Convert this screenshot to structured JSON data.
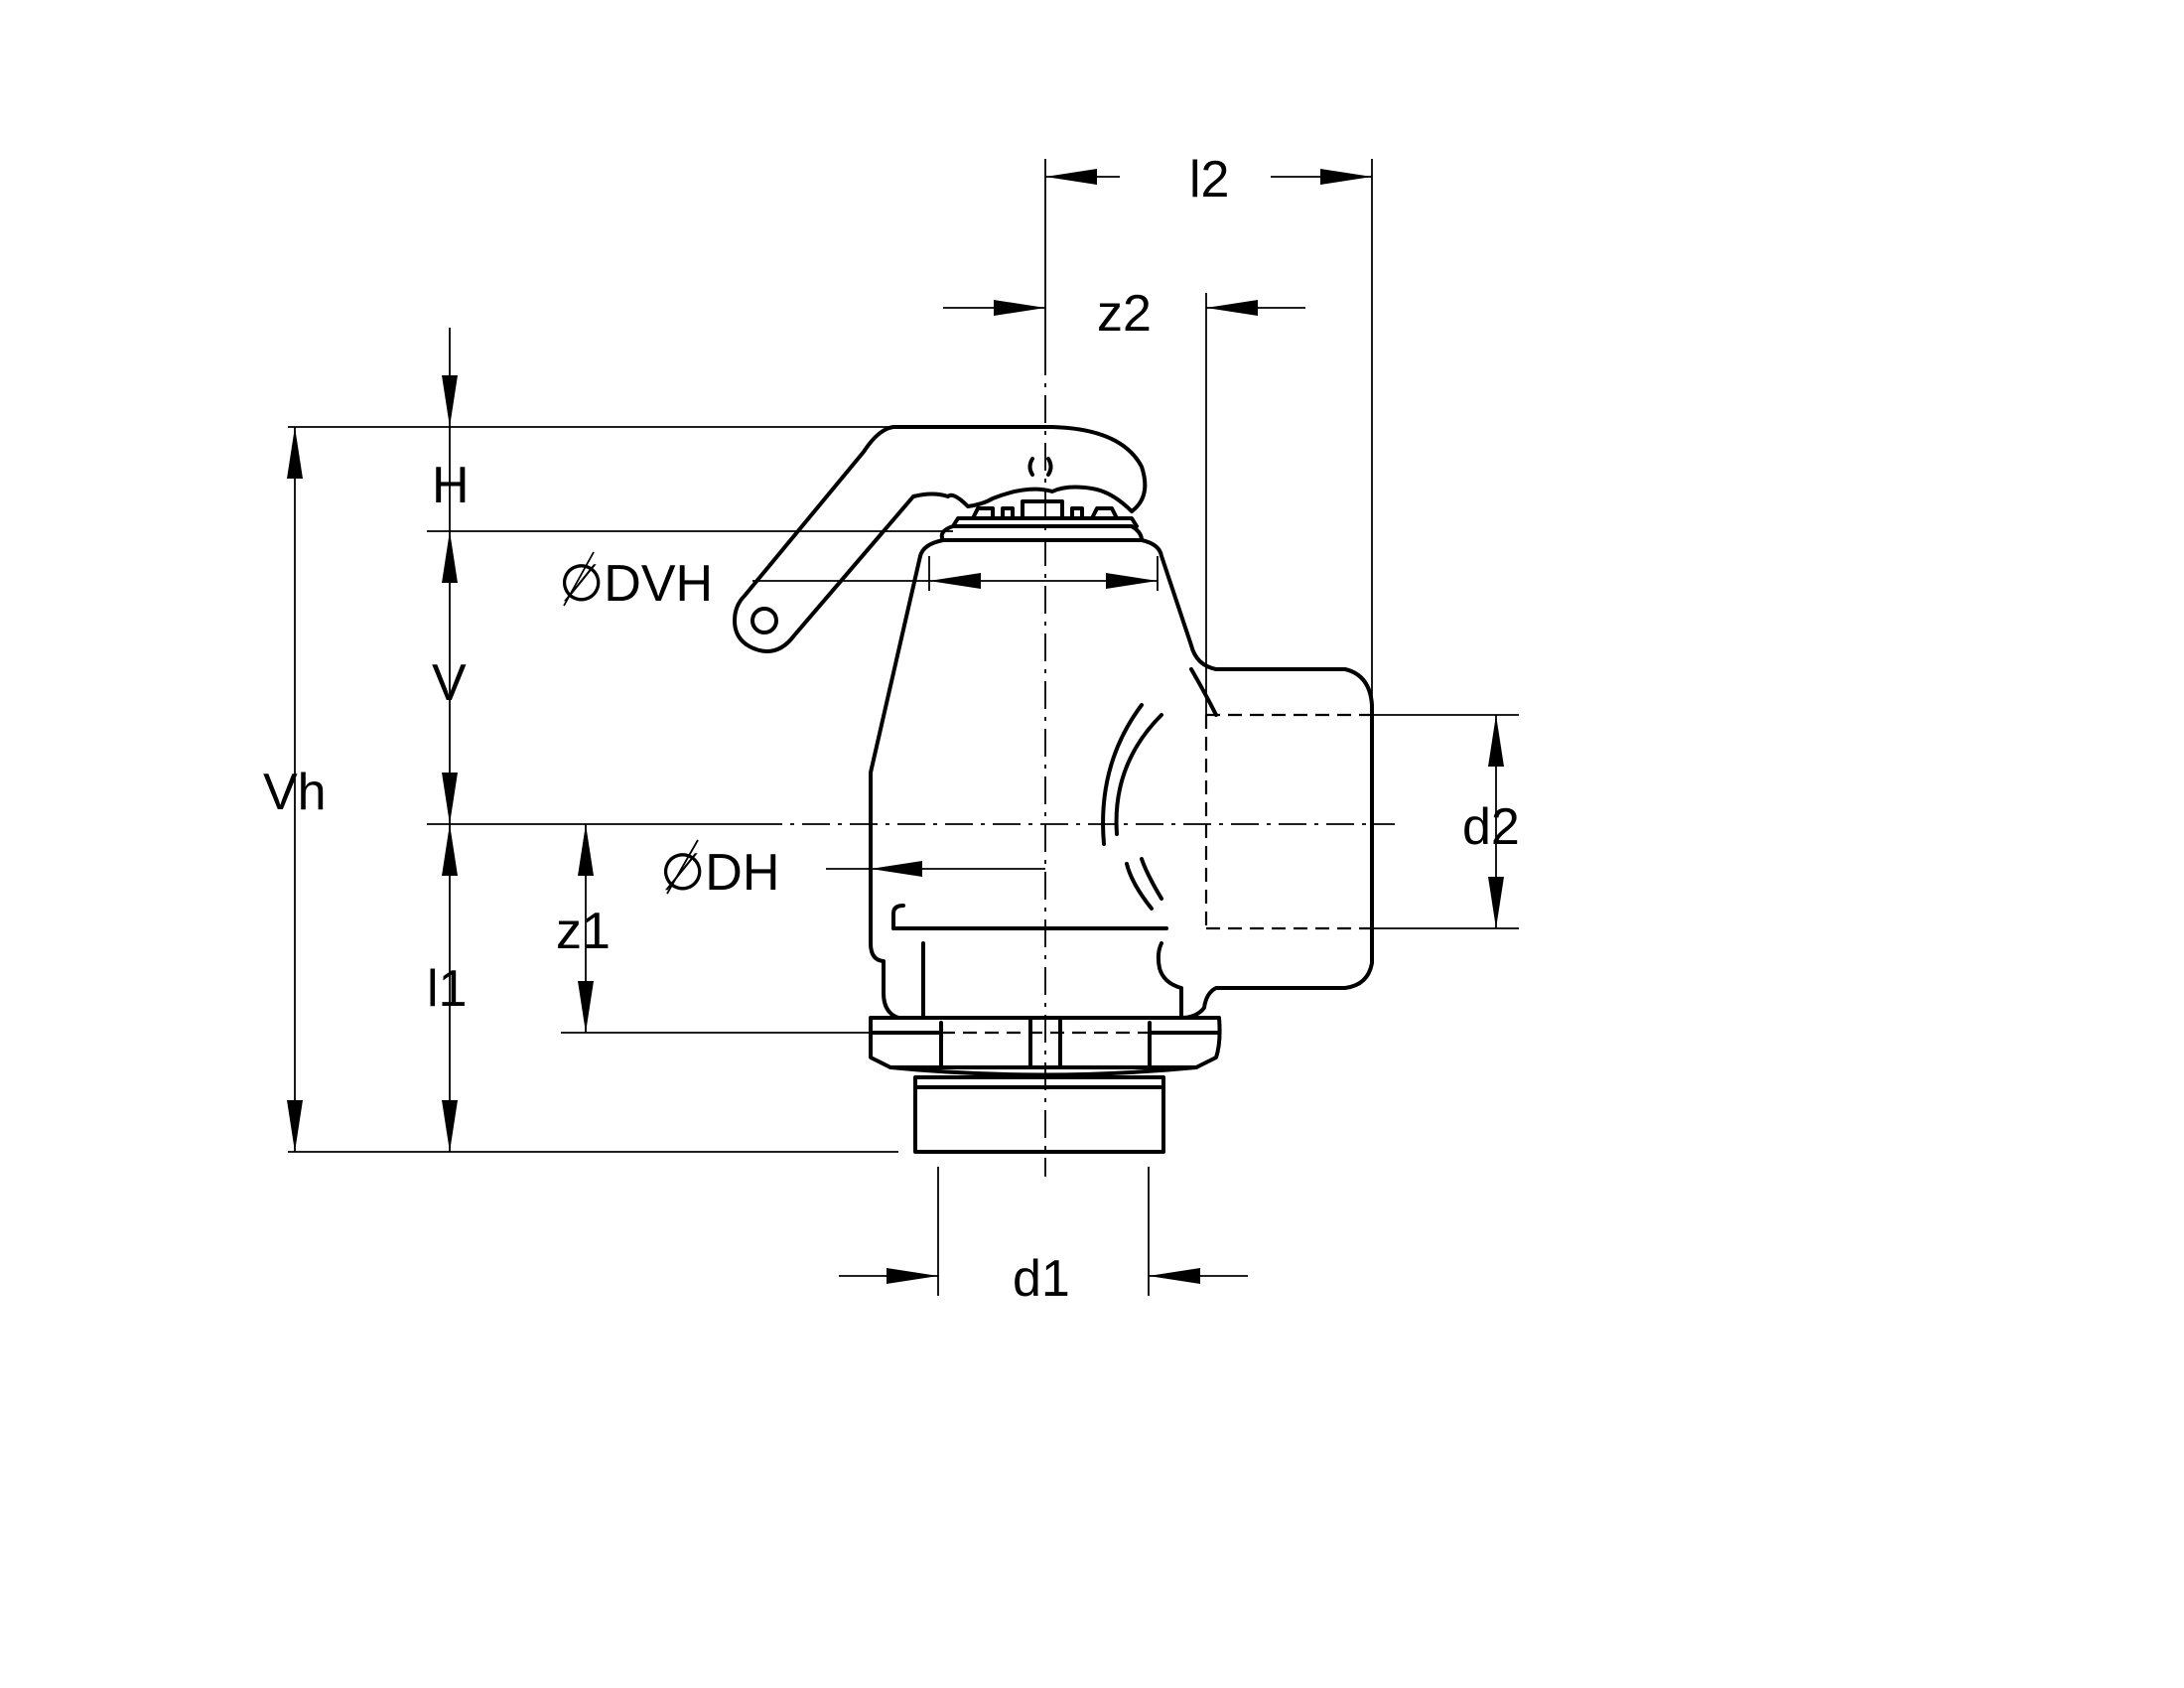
{
  "diagram": {
    "type": "technical-drawing",
    "subject": "angle valve with lever handle",
    "labels": {
      "l2": "l2",
      "z2": "z2",
      "H": "H",
      "DVH": "∅DVH",
      "V": "V",
      "Vh": "Vh",
      "DH": "∅DH",
      "z1": "z1",
      "l1": "l1",
      "d2": "d2",
      "d1": "d1"
    },
    "colors": {
      "line": "#000000",
      "background": "#ffffff"
    }
  }
}
